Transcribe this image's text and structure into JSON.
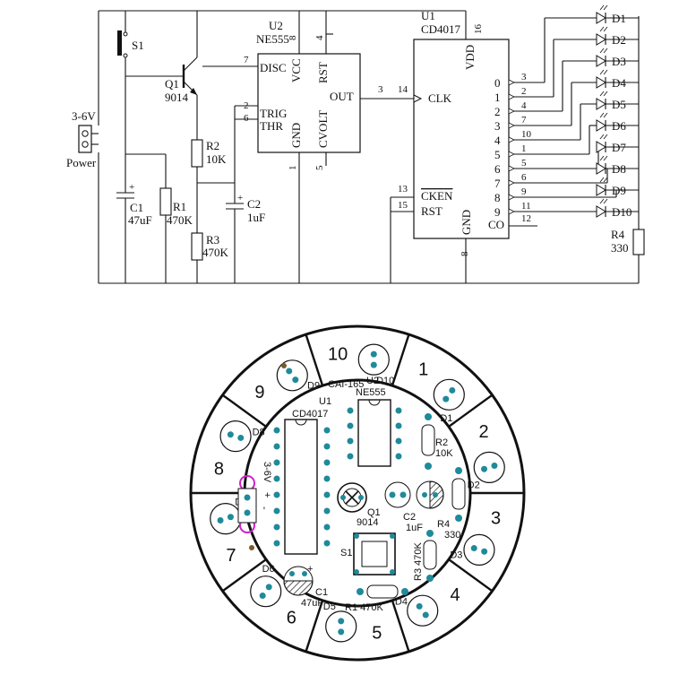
{
  "schematic": {
    "power": {
      "voltage": "3-6V",
      "label": "Power"
    },
    "s1": "S1",
    "q1": {
      "ref": "Q1",
      "part": "9014"
    },
    "c1": {
      "ref": "C1",
      "value": "47uF"
    },
    "r1": {
      "ref": "R1",
      "value": "470K"
    },
    "r2": {
      "ref": "R2",
      "value": "10K"
    },
    "r3": {
      "ref": "R3",
      "value": "470K"
    },
    "c2": {
      "ref": "C2",
      "value": "1uF"
    },
    "r4": {
      "ref": "R4",
      "value": "330"
    },
    "plus": "+",
    "u2": {
      "ref": "U2",
      "part": "NE555",
      "pins": {
        "disc": "DISC",
        "vcc": "VCC",
        "rst": "RST",
        "trig": "TRIG",
        "thr": "THR",
        "out": "OUT",
        "cvolt": "CVOLT",
        "gnd": "GND"
      },
      "pin_numbers": {
        "disc": "7",
        "vcc": "8",
        "rst": "4",
        "trig": "2",
        "thr": "6",
        "out": "3",
        "gnd": "1",
        "cvolt": "5"
      }
    },
    "u1": {
      "ref": "U1",
      "part": "CD4017",
      "pins": {
        "vdd": "VDD",
        "clk": "CLK",
        "cken": "CKEN",
        "rst": "RST",
        "gnd": "GND",
        "co": "CO"
      },
      "pin_numbers": {
        "vdd": "16",
        "clk": "14",
        "cken": "13",
        "rst": "15",
        "gnd": "8",
        "co": "12"
      },
      "outputs": [
        "0",
        "1",
        "2",
        "3",
        "4",
        "5",
        "6",
        "7",
        "8",
        "9"
      ],
      "output_pins": [
        "3",
        "2",
        "4",
        "7",
        "10",
        "1",
        "5",
        "6",
        "9",
        "11"
      ]
    },
    "leds": [
      "D1",
      "D2",
      "D3",
      "D4",
      "D5",
      "D6",
      "D7",
      "D8",
      "D9",
      "D10"
    ]
  },
  "pcb": {
    "board_code": "CAI-165",
    "u1": {
      "ref": "U1",
      "part": "CD4017"
    },
    "u2": {
      "ref": "U2",
      "part": "NE555"
    },
    "r2": {
      "ref": "R2",
      "value": "10K"
    },
    "r4": {
      "ref": "R4",
      "value": "330"
    },
    "r3": "R3 470K",
    "r1": "R1 470K",
    "c2": {
      "ref": "C2",
      "value": "1uF"
    },
    "q1": {
      "ref": "Q1",
      "part": "9014"
    },
    "c1": {
      "ref": "C1",
      "value": "47uF"
    },
    "s1": "S1",
    "power": "3-6V",
    "plus": "+",
    "minus": "-",
    "segment_numbers": [
      "1",
      "2",
      "3",
      "4",
      "5",
      "6",
      "7",
      "8",
      "9",
      "10"
    ],
    "led_refs": [
      "D1",
      "D2",
      "D3",
      "D4",
      "D5",
      "D6",
      "D7",
      "D8",
      "D9",
      "D10"
    ]
  }
}
